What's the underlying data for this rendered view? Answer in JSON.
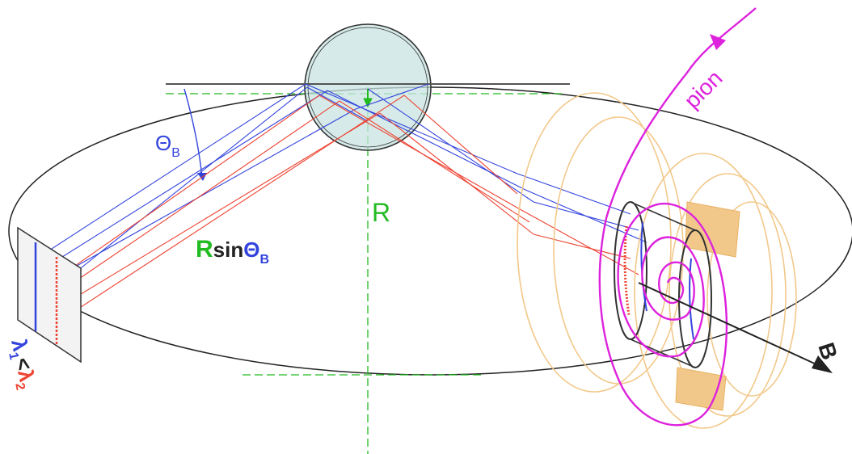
{
  "labels": {
    "theta_b": {
      "symbol": "Θ",
      "sub": "B"
    },
    "r_sin": {
      "r": "R",
      "sin": "sin",
      "theta": "Θ",
      "sub": "B"
    },
    "r": "R",
    "pion": "pion",
    "lambda_relation": {
      "l1": "λ",
      "s1": "1",
      "lt": "<",
      "l2": "λ",
      "s2": "2"
    },
    "b_field": "B"
  },
  "colors": {
    "blue_rays": "#3344dd",
    "red_rays": "#ee4433",
    "green": "#22bb22",
    "magenta": "#dd22dd",
    "orange": "#f2c88a",
    "black": "#222222"
  }
}
